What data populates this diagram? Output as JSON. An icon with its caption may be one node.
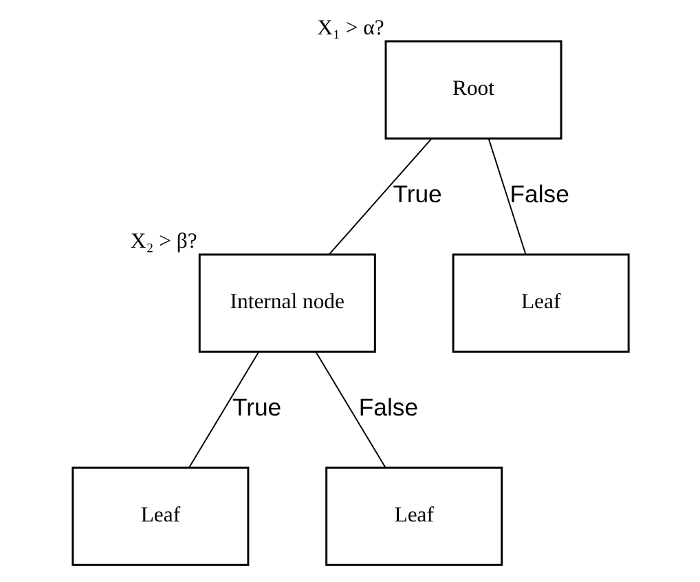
{
  "diagram": {
    "nodes": [
      {
        "text": [
          "Root"
        ],
        "beside": [
          "X₁ > α?"
        ]
      },
      {
        "text": [
          "Internal node"
        ],
        "beside": [
          "X₂ > β?"
        ]
      },
      {
        "text": [
          "Leaf"
        ]
      },
      {
        "text": [
          "Leaf"
        ]
      },
      {
        "text": [
          "Leaf"
        ]
      }
    ],
    "edges": [
      {
        "from": 0,
        "to": 1,
        "arrow": "none",
        "label": "True"
      },
      {
        "from": 0,
        "to": 2,
        "arrow": "none",
        "label": "False"
      },
      {
        "from": 1,
        "to": 3,
        "arrow": "none",
        "label": "True"
      },
      {
        "from": 1,
        "to": 4,
        "arrow": "none",
        "label": "False"
      }
    ]
  }
}
